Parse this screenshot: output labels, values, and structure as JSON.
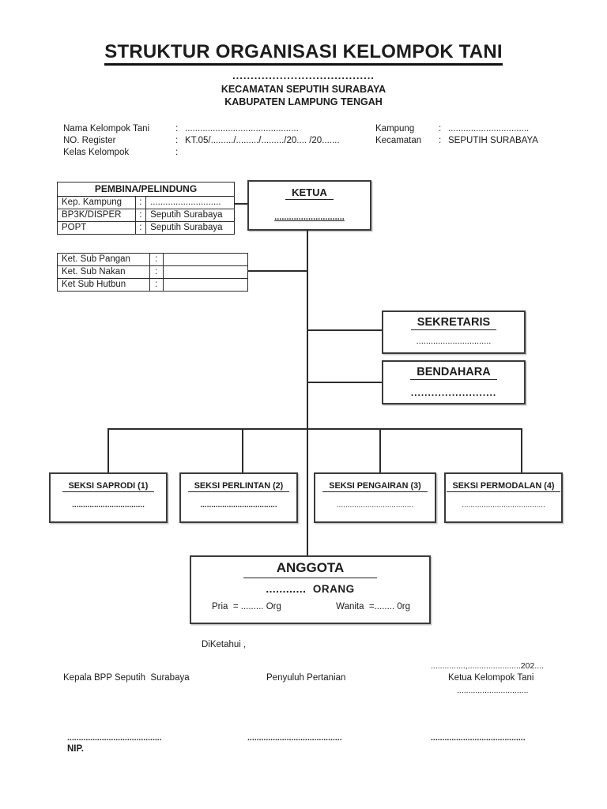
{
  "header": {
    "title": "STRUKTUR ORGANISASI KELOMPOK TANI",
    "dots": ".......................................",
    "subtitle1": "KECAMATAN SEPUTIH SURABAYA",
    "subtitle2": "KABUPATEN LAMPUNG TENGAH"
  },
  "form": {
    "left": [
      {
        "label": "Nama Kelompok Tani",
        "colon": ":",
        "value": "............................................."
      },
      {
        "label": "NO. Register",
        "colon": ":",
        "value": "KT.05/........./........./........./20.... /20......."
      },
      {
        "label": "Kelas Kelompok",
        "colon": ":",
        "value": ""
      }
    ],
    "right": [
      {
        "label": "Kampung",
        "colon": ":",
        "value": "................................"
      },
      {
        "label": "Kecamatan",
        "colon": ":",
        "value": "SEPUTIH SURABAYA"
      }
    ]
  },
  "chart": {
    "pembina_table": {
      "header": "PEMBINA/PELINDUNG",
      "rows": [
        {
          "label": "Kep. Kampung",
          "colon": ":",
          "value": "............................"
        },
        {
          "label": "BP3K/DISPER",
          "colon": ":",
          "value": "Seputih Surabaya"
        },
        {
          "label": "POPT",
          "colon": ":",
          "value": "Seputih Surabaya"
        }
      ]
    },
    "ketua": {
      "title": "KETUA",
      "name": "............................."
    },
    "sub_table": {
      "rows": [
        {
          "label": "Ket. Sub Pangan",
          "colon": ":",
          "value": ""
        },
        {
          "label": "Ket. Sub Nakan",
          "colon": ":",
          "value": ""
        },
        {
          "label": "Ket Sub Hutbun",
          "colon": ":",
          "value": ""
        }
      ]
    },
    "sekretaris": {
      "title": "SEKRETARIS",
      "name": "..............................."
    },
    "bendahara": {
      "title": "BENDAHARA",
      "name": "........................."
    },
    "seksi": [
      {
        "title": "SEKSI SAPRODI (1)",
        "name": "................................."
      },
      {
        "title": "SEKSI PERLINTAN (2)",
        "name": "..................................."
      },
      {
        "title": "SEKSI PENGAIRAN (3)",
        "name": "..................................."
      },
      {
        "title": "SEKSI PERMODALAN (4)",
        "name": "......................................"
      }
    ],
    "anggota": {
      "title": "ANGGOTA",
      "count_line": "............  ORANG",
      "pria": "Pria  = ......... Org",
      "wanita": "Wanita  =........ 0rg"
    }
  },
  "footer": {
    "acknowledged": "DiKetahui ,",
    "date_line": "...............,.......................202....",
    "signer_left": "Kepala BPP Seputih  Surabaya",
    "signer_middle": "Penyuluh Pertanian",
    "signer_right": "Ketua Kelompok Tani",
    "signer_right_dots": "...............................",
    "sign_line_left": ".........................................",
    "sign_line_middle": ".........................................",
    "sign_line_right": ".........................................",
    "nip_label": "NIP."
  }
}
